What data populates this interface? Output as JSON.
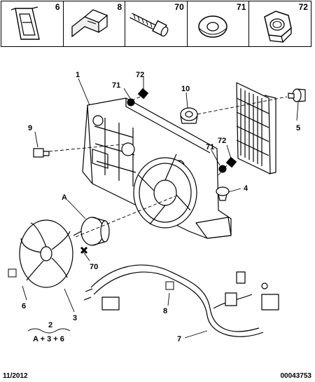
{
  "legend": [
    {
      "num": "6",
      "icon": "clip-icon"
    },
    {
      "num": "8",
      "icon": "bracket-clip-icon"
    },
    {
      "num": "70",
      "icon": "bolt-icon"
    },
    {
      "num": "71",
      "icon": "washer-icon"
    },
    {
      "num": "72",
      "icon": "nut-icon"
    }
  ],
  "callouts": {
    "c1": "1",
    "c72a": "72",
    "c71a": "71",
    "c10": "10",
    "c5": "5",
    "c9": "9",
    "c71b": "71",
    "c72b": "72",
    "c4": "4",
    "cA": "A",
    "c70": "70",
    "c6": "6",
    "c3": "3",
    "c8": "8",
    "c7": "7",
    "formula_num": "2",
    "formula": "A + 3 + 6"
  },
  "footer": {
    "date": "11/2012",
    "ref": "00043753"
  }
}
